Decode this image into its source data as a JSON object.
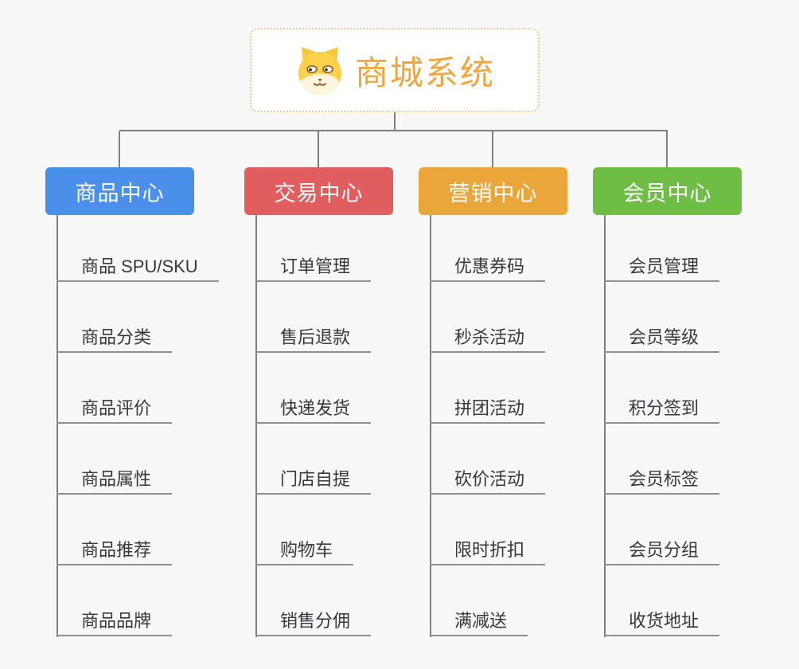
{
  "root": {
    "title": "商城系统",
    "icon": "dog-face-icon",
    "accent_color": "#f0a63c",
    "border_color": "#f2c581"
  },
  "branches": [
    {
      "title": "商品中心",
      "color": "#4a90e8",
      "items": [
        "商品 SPU/SKU",
        "商品分类",
        "商品评价",
        "商品属性",
        "商品推荐",
        "商品品牌"
      ]
    },
    {
      "title": "交易中心",
      "color": "#e25d5d",
      "items": [
        "订单管理",
        "售后退款",
        "快递发货",
        "门店自提",
        "购物车",
        "销售分佣"
      ]
    },
    {
      "title": "营销中心",
      "color": "#eba63b",
      "items": [
        "优惠券码",
        "秒杀活动",
        "拼团活动",
        "砍价活动",
        "限时折扣",
        "满减送"
      ]
    },
    {
      "title": "会员中心",
      "color": "#6ebe45",
      "items": [
        "会员管理",
        "会员等级",
        "积分签到",
        "会员标签",
        "会员分组",
        "收货地址"
      ]
    }
  ]
}
